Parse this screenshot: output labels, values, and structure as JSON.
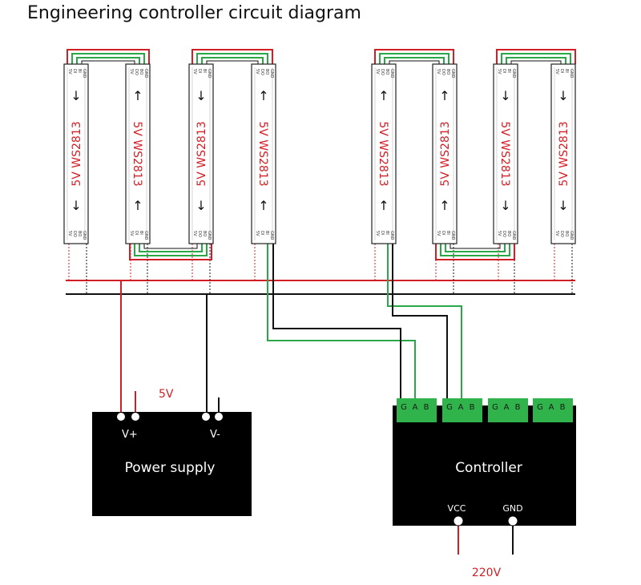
{
  "title": "Engineering controller circuit diagram",
  "strip_label": "5V WS2813",
  "strip_pins": [
    "5V",
    "DI",
    "BI",
    "GND"
  ],
  "strip_pins_out": [
    "5V",
    "DO",
    "BO",
    "GND"
  ],
  "power_supply": {
    "label": "Power supply",
    "vplus": "V+",
    "vminus": "V-",
    "voltage": "5V"
  },
  "controller": {
    "label": "Controller",
    "vcc": "VCC",
    "gnd": "GND",
    "mains": "220V",
    "terminal_letters": [
      "G",
      "A",
      "B"
    ]
  },
  "colors": {
    "red_wire": "#d21f26",
    "green_wire": "#2aa847",
    "black_wire": "#111111",
    "box": "#000000",
    "terminal": "#2fb34a"
  }
}
